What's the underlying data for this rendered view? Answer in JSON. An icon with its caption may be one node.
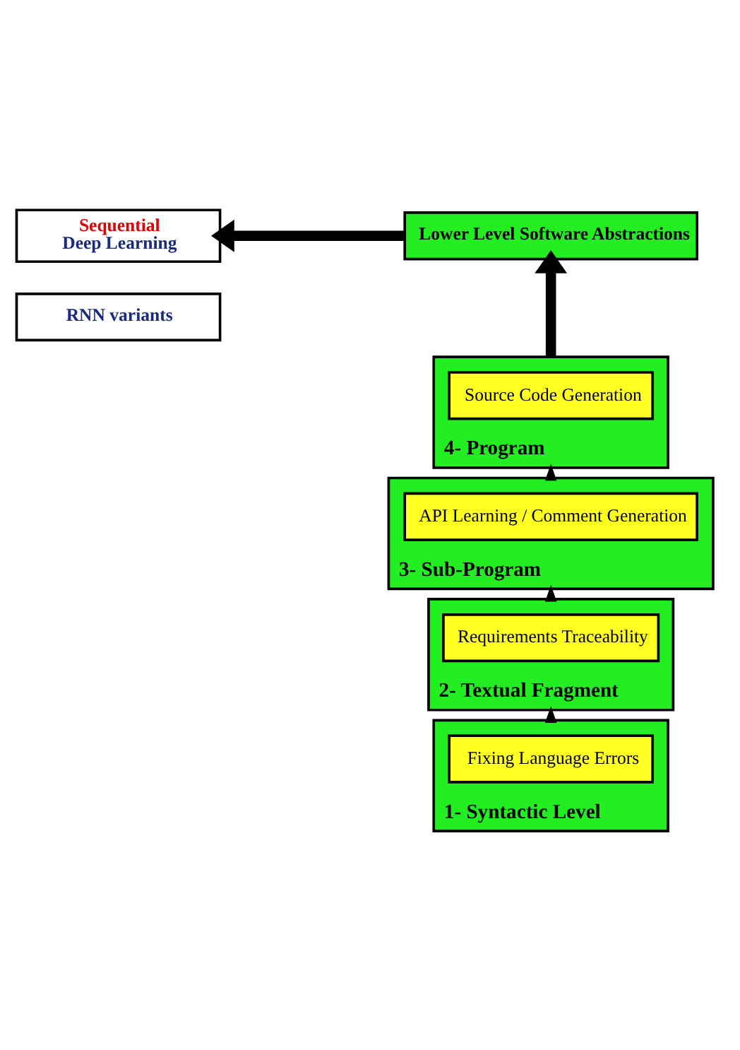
{
  "diagram": {
    "nodes": [
      {
        "text": [
          "Sequential",
          "Deep Learning"
        ]
      },
      {
        "text": [
          "RNN variants"
        ]
      },
      {
        "text": [
          "Lower Level Software Abstractions"
        ]
      },
      {
        "text": [
          "4- Program"
        ]
      },
      {
        "text": [
          "Source Code Generation"
        ],
        "in": 3
      },
      {
        "text": [
          "3- Sub-Program"
        ]
      },
      {
        "text": [
          "API Learning / Comment Generation"
        ],
        "in": 5
      },
      {
        "text": [
          "2- Textual Fragment"
        ]
      },
      {
        "text": [
          "Requirements Traceability"
        ],
        "in": 7
      },
      {
        "text": [
          "1- Syntactic Level"
        ]
      },
      {
        "text": [
          "Fixing Language Errors"
        ],
        "in": 9
      }
    ],
    "edges": [
      {
        "from": 9,
        "to": 7,
        "arrow": "to"
      },
      {
        "from": 7,
        "to": 5,
        "arrow": "to"
      },
      {
        "from": 5,
        "to": 3,
        "arrow": "to"
      },
      {
        "from": 3,
        "to": 2,
        "arrow": "to",
        "style": "thick"
      },
      {
        "from": 2,
        "to": 0,
        "arrow": "to",
        "style": "thick"
      }
    ]
  }
}
